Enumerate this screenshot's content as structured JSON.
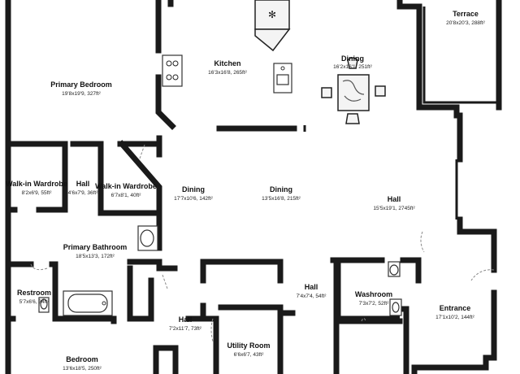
{
  "rooms": [
    {
      "id": "terrace",
      "name": "Terrace",
      "dims": "20'8x20'3, 288ft²"
    },
    {
      "id": "kitchen",
      "name": "Kitchen",
      "dims": "16'3x16'8, 265ft²"
    },
    {
      "id": "dining-top",
      "name": "Dining",
      "dims": "16'2x16'1, 251ft²"
    },
    {
      "id": "primary-bedroom",
      "name": "Primary Bedroom",
      "dims": "19'8x19'9, 327ft²"
    },
    {
      "id": "walk-in-wardrobe-left",
      "name": "Walk-in Wardrobe",
      "dims": "8'2x6'9, 55ft²"
    },
    {
      "id": "hall-small",
      "name": "Hall",
      "dims": "4'6x7'9, 36ft²"
    },
    {
      "id": "walk-in-wardrobe-right",
      "name": "Walk-in Wardrobe",
      "dims": "6'7x8'1, 40ft²"
    },
    {
      "id": "dining-left",
      "name": "Dining",
      "dims": "17'7x10'6, 142ft²"
    },
    {
      "id": "dining-center",
      "name": "Dining",
      "dims": "13'5x16'8, 215ft²"
    },
    {
      "id": "hall-large",
      "name": "Hall",
      "dims": "15'5x19'1, 2745ft²"
    },
    {
      "id": "primary-bathroom",
      "name": "Primary Bathroom",
      "dims": "18'5x13'3, 172ft²"
    },
    {
      "id": "restroom",
      "name": "Restroom",
      "dims": "5'7x6'6, 34ft²"
    },
    {
      "id": "hall-center",
      "name": "Hall",
      "dims": "7'4x7'4, 54ft²"
    },
    {
      "id": "washroom",
      "name": "Washroom",
      "dims": "7'3x7'2, 52ft²"
    },
    {
      "id": "entrance",
      "name": "Entrance",
      "dims": "17'1x10'2, 144ft²"
    },
    {
      "id": "hall-lower",
      "name": "Hall",
      "dims": "7'2x11'7, 73ft²"
    },
    {
      "id": "utility-room",
      "name": "Utility Room",
      "dims": "6'6x6'7, 43ft²"
    },
    {
      "id": "bedroom",
      "name": "Bedroom",
      "dims": "13'6x18'5, 250ft²"
    }
  ]
}
